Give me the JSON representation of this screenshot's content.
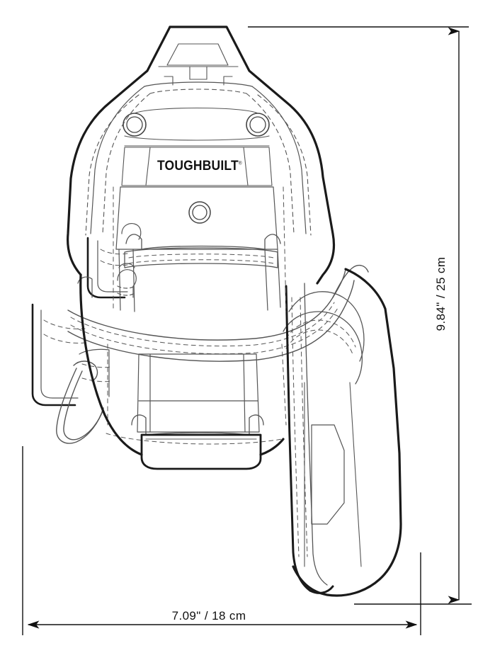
{
  "drawing": {
    "type": "technical-line-drawing",
    "subject": "tool pouch",
    "brand_logo": "TOUGHBUILT",
    "brand_logo_mark": "®",
    "view": "front elevation",
    "background_color": "#ffffff",
    "line_color": "#1a1a1a",
    "detail_line_color": "#555555",
    "stitch_style": "dashed"
  },
  "dimensions": {
    "height": {
      "label": "9.84\"  /  25 cm",
      "value_in": "9.84\"",
      "value_cm": "25 cm",
      "orientation": "vertical",
      "position": "right"
    },
    "width": {
      "label": "7.09\"  /  18 cm",
      "value_in": "7.09\"",
      "value_cm": "18 cm",
      "orientation": "horizontal",
      "position": "bottom"
    }
  },
  "features": {
    "top_flap": "tapered top flap",
    "grommets": "two upper grommets and one center grommet",
    "handle": "horizontal carry strap",
    "belt_loops": "left side belt loops",
    "hammer_loop": "left hammer loop with carabiner",
    "side_pocket": "right side drop pocket",
    "bottom_tab": "bottom tab flap"
  }
}
